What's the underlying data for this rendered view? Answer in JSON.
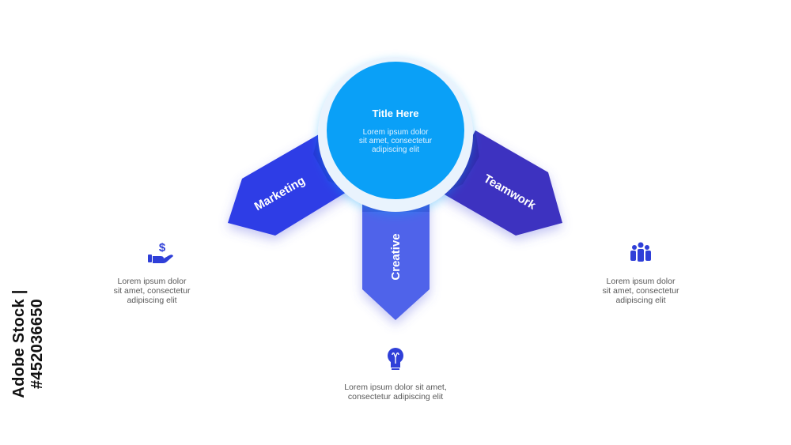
{
  "center": {
    "title": "Title Here",
    "desc": [
      "Lorem ipsum dolor",
      "sit amet, consectetur",
      "adipiscing elit"
    ]
  },
  "arrows": [
    {
      "label": "Marketing",
      "color": "#2d3ee6"
    },
    {
      "label": "Creative",
      "color": "#4f63ea"
    },
    {
      "label": "Teamwork",
      "color": "#3d33c0"
    }
  ],
  "items": [
    {
      "icon": "hand-dollar-icon",
      "desc": [
        "Lorem ipsum dolor",
        "sit amet, consectetur",
        "adipiscing elit"
      ]
    },
    {
      "icon": "lightbulb-icon",
      "desc": [
        "Lorem ipsum dolor sit amet,",
        "consectetur adipiscing elit"
      ]
    },
    {
      "icon": "team-icon",
      "desc": [
        "Lorem ipsum dolor",
        "sit amet, consectetur",
        "adipiscing elit"
      ]
    }
  ],
  "colors": {
    "circle": "#0aa0f7",
    "icon": "#2f3fd8",
    "text": "#595959"
  },
  "stock_id": "Adobe Stock | #452036650"
}
